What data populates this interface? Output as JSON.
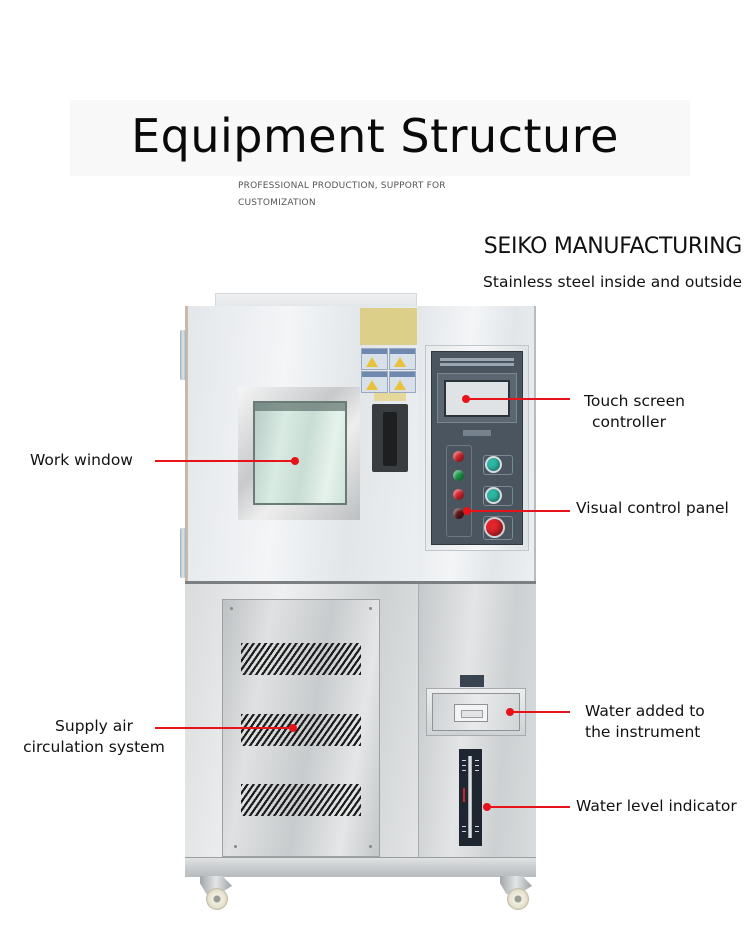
{
  "header": {
    "title": "Equipment Structure",
    "subtitle_line1": "PROFESSIONAL PRODUCTION, SUPPORT FOR",
    "subtitle_line2": "CUSTOMIZATION"
  },
  "brand": {
    "name": "SEIKO MANUFACTURING",
    "tagline": "Stainless steel inside and outside"
  },
  "callouts": {
    "work_window": {
      "label": "Work window"
    },
    "touch_screen": {
      "line1": "Touch screen",
      "line2": "controller"
    },
    "visual_panel": {
      "label": "Visual control panel"
    },
    "supply_air": {
      "line1": "Supply air",
      "line2": "circulation system"
    },
    "water_added": {
      "line1": "Water added to",
      "line2": "the instrument"
    },
    "water_level": {
      "label": "Water level indicator"
    }
  },
  "colors": {
    "leader_line": "#e8121a",
    "panel": "#4b5560",
    "text": "#111111"
  }
}
